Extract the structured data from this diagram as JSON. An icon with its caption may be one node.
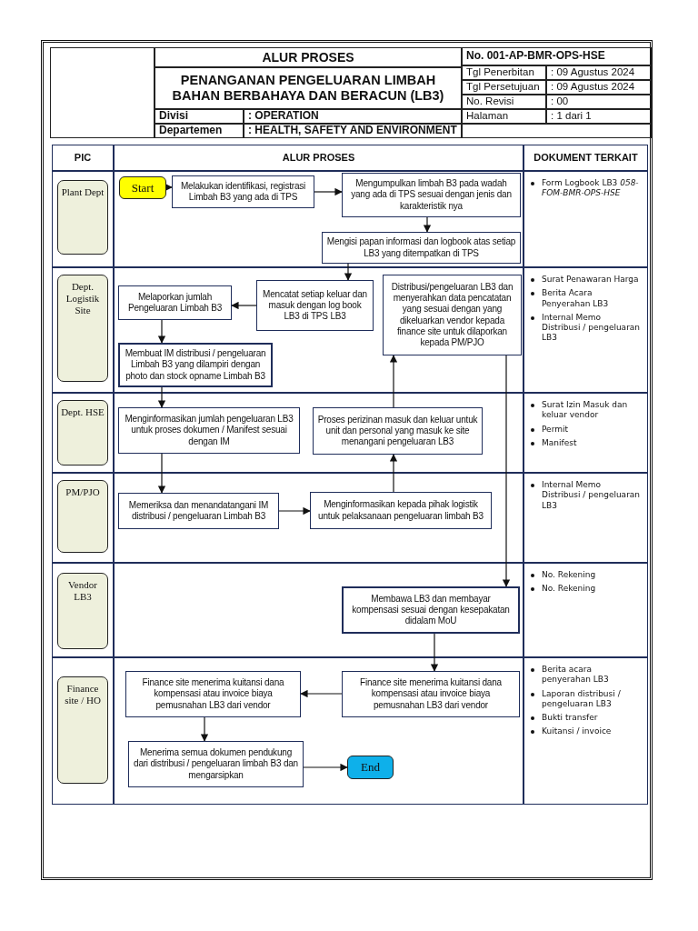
{
  "diagram": {
    "title": "PENANGANAN PENGELUARAN LIMBAH BAHAN BERBAHAYA DAN BERACUN (LB3)",
    "nodes": [
      {
        "text": [
          "Plant Dept"
        ]
      },
      {
        "text": [
          "Start"
        ]
      },
      {
        "text": [
          "Melakukan identifikasi, registrasi Limbah B3 yang ada di TPS"
        ]
      },
      {
        "text": [
          "Mengumpulkan limbah B3 pada wadah yang ada di TPS sesuai dengan jenis dan karakteristik nya"
        ]
      },
      {
        "text": [
          "Mengisi papan informasi dan logbook atas setiap LB3 yang ditempatkan di TPS"
        ]
      },
      {
        "text": [
          "Dept. Logistik Site"
        ]
      },
      {
        "text": [
          "Melaporkan jumlah Pengeluaran Limbah B3"
        ]
      },
      {
        "text": [
          "Mencatat setiap keluar dan masuk dengan log book LB3 di TPS LB3"
        ]
      },
      {
        "text": [
          "Distribusi/pengeluaran LB3 dan menyerahkan data pencatatan yang sesuai dengan yang dikeluarkan vendor kepada finance site untuk dilaporkan kepada PM/PJO"
        ]
      },
      {
        "text": [
          "Membuat IM distribusi / pengeluaran Limbah B3 yang dilampiri dengan photo dan stock opname Limbah B3"
        ]
      },
      {
        "text": [
          "Dept. HSE"
        ]
      },
      {
        "text": [
          "Menginformasikan jumlah pengeluaran LB3 untuk proses dokumen / Manifest sesuai dengan IM"
        ]
      },
      {
        "text": [
          "Proses perizinan masuk dan keluar untuk unit dan personal yang masuk ke site menangani pengeluaran LB3"
        ]
      },
      {
        "text": [
          "PM/PJO"
        ]
      },
      {
        "text": [
          "Memeriksa dan menandatangani IM distribusi / pengeluaran Limbah B3"
        ]
      },
      {
        "text": [
          "Menginformasikan kepada pihak logistik untuk pelaksanaan pengeluaran limbah B3"
        ]
      },
      {
        "text": [
          "Vendor LB3"
        ]
      },
      {
        "text": [
          "Membawa LB3 dan membayar kompensasi sesuai dengan kesepakatan didalam MoU"
        ]
      },
      {
        "text": [
          "Finance site / HO"
        ]
      },
      {
        "text": [
          "Finance site menerima kuitansi dana kompensasi atau invoice biaya pemusnahan LB3 dari vendor"
        ]
      },
      {
        "text": [
          "Finance site menerima kuitansi dana kompensasi atau invoice biaya pemusnahan LB3 dari vendor"
        ]
      },
      {
        "text": [
          "Menerima semua dokumen pendukung dari distribusi / pengeluaran limbah B3 dan mengarsipkan"
        ]
      },
      {
        "text": [
          "End"
        ]
      }
    ],
    "edges": [
      {
        "from": 1,
        "to": 2,
        "arrow": "to"
      },
      {
        "from": 2,
        "to": 3,
        "arrow": "to"
      },
      {
        "from": 3,
        "to": 4,
        "arrow": "to"
      },
      {
        "from": 4,
        "to": 7,
        "arrow": "to"
      },
      {
        "from": 7,
        "to": 6,
        "arrow": "to"
      },
      {
        "from": 6,
        "to": 9,
        "arrow": "to"
      },
      {
        "from": 9,
        "to": 11,
        "arrow": "to"
      },
      {
        "from": 11,
        "to": 14,
        "arrow": "to"
      },
      {
        "from": 14,
        "to": 15,
        "arrow": "to"
      },
      {
        "from": 15,
        "to": 12,
        "arrow": "to"
      },
      {
        "from": 12,
        "to": 8,
        "arrow": "to"
      },
      {
        "from": 8,
        "to": 17,
        "arrow": "to"
      },
      {
        "from": 17,
        "to": 20,
        "arrow": "to"
      },
      {
        "from": 20,
        "to": 19,
        "arrow": "to"
      },
      {
        "from": 19,
        "to": 21,
        "arrow": "to"
      },
      {
        "from": 21,
        "to": 22,
        "arrow": "to"
      }
    ],
    "labels": [
      "ALUR PROSES",
      "No. 001-AP-BMR-OPS-HSE",
      "Tgl Penerbitan",
      ": 09 Agustus 2024",
      "Tgl Persetujuan",
      ": 09 Agustus 2024",
      "No. Revisi",
      ": 00",
      "Divisi",
      ": OPERATION",
      "Halaman",
      ": 1 dari 1",
      "Departemen",
      ": HEALTH, SAFETY AND ENVIRONMENT",
      "PIC",
      "ALUR PROSES",
      "DOKUMENT TERKAIT",
      "Form Logbook LB3 *058-FOM-BMR-OPS-HSE*",
      "Surat Penawaran Harga",
      "Berita Acara Penyerahan LB3",
      "Internal Memo Distribusi / pengeluaran LB3",
      "Surat Izin Masuk dan keluar vendor",
      "Permit",
      "Manifest",
      "Internal Memo Distribusi / pengeluaran LB3",
      "No. Rekening",
      "No. Rekening",
      "Berita acara penyerahan LB3",
      "Laporan distribusi / pengeluaran LB3",
      "Bukti transfer",
      "Kuitansi / invoice"
    ]
  }
}
